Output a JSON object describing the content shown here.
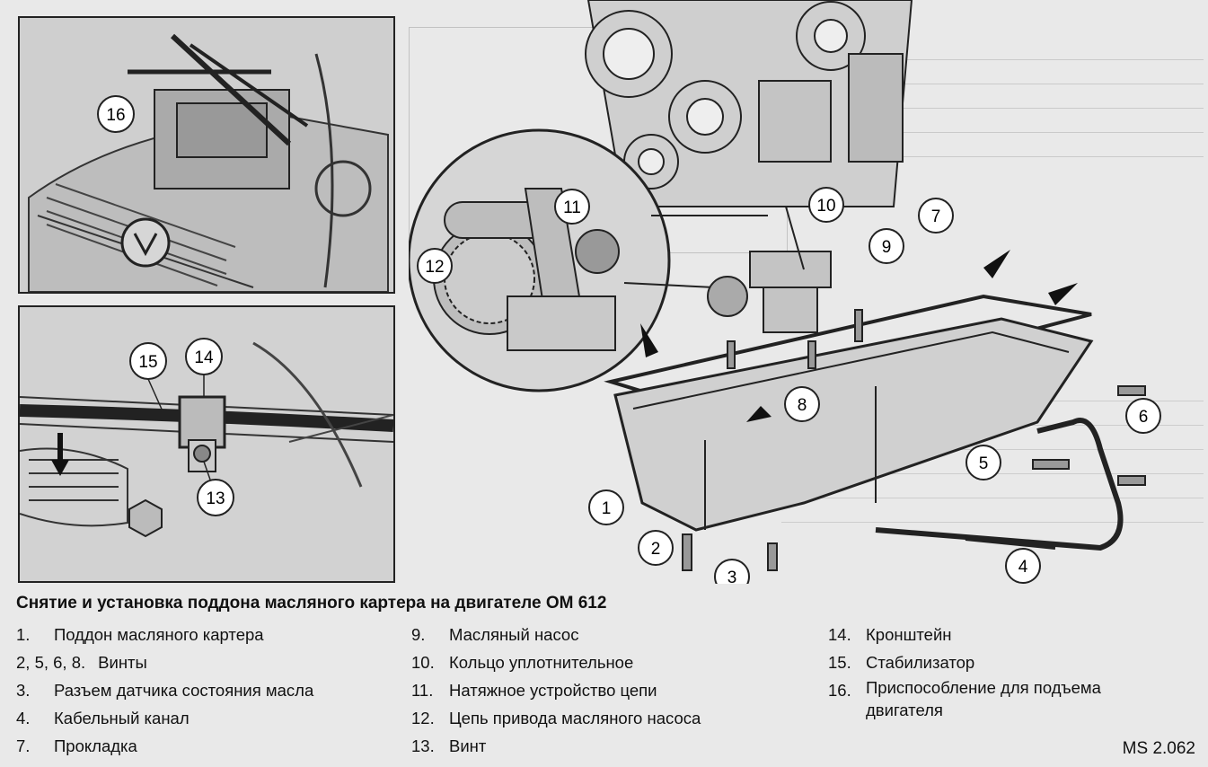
{
  "figure": {
    "panel_a_callouts": [
      "16"
    ],
    "panel_b_callouts": [
      "15",
      "14",
      "13"
    ],
    "main_callouts": [
      "1",
      "2",
      "3",
      "4",
      "5",
      "6",
      "7",
      "8",
      "9",
      "10",
      "11",
      "12"
    ]
  },
  "caption": {
    "title": "Снятие и установка поддона масляного картера на двигателе ОМ 612",
    "code": "MS 2.062",
    "legend_col1": [
      {
        "num": "1.",
        "text": "Поддон масляного картера"
      },
      {
        "num": "2, 5, 6, 8.",
        "text": "Винты"
      },
      {
        "num": "3.",
        "text": "Разъем датчика состояния масла"
      },
      {
        "num": "4.",
        "text": "Кабельный канал"
      },
      {
        "num": "7.",
        "text": "Прокладка"
      }
    ],
    "legend_col2": [
      {
        "num": "9.",
        "text": "Масляный насос"
      },
      {
        "num": "10.",
        "text": "Кольцо уплотнительное"
      },
      {
        "num": "11.",
        "text": "Натяжное устройство цепи"
      },
      {
        "num": "12.",
        "text": "Цепь привода масляного насоса"
      },
      {
        "num": "13.",
        "text": "Винт"
      }
    ],
    "legend_col3": [
      {
        "num": "14.",
        "text": "Кронштейн"
      },
      {
        "num": "15.",
        "text": "Стабилизатор"
      },
      {
        "num": "16.",
        "text": "Приспособление для подъема двигателя"
      }
    ]
  }
}
